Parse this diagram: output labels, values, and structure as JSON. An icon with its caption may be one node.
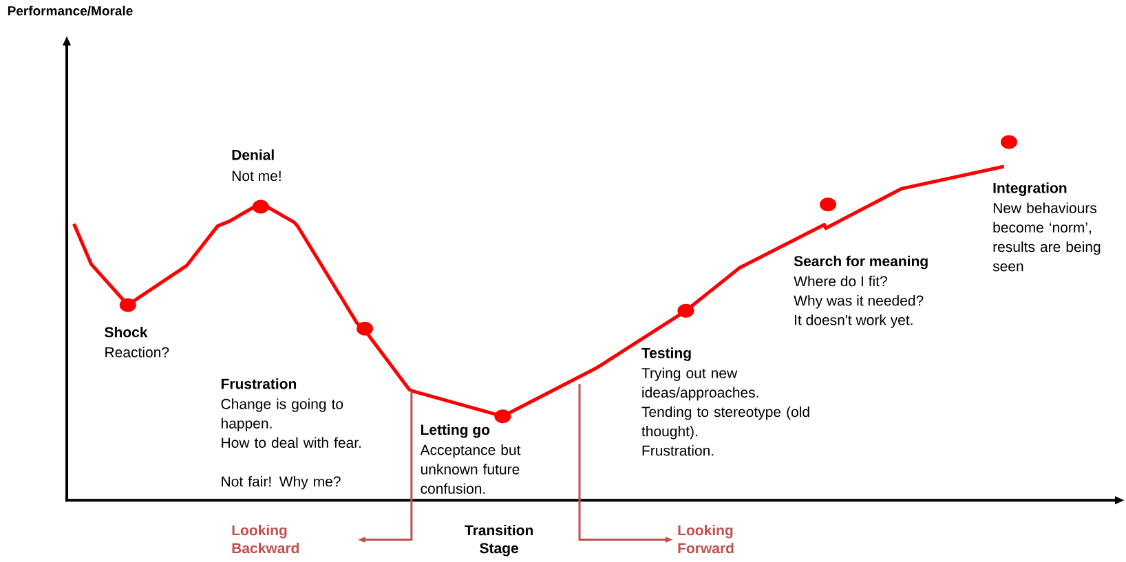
{
  "diagram": {
    "nodes": [
      {
        "text": [
          "Looking Backward"
        ]
      },
      {
        "text": [
          "Looking Forward"
        ]
      }
    ],
    "edges": [
      {
        "from": null,
        "to": 0,
        "arrow": "to"
      },
      {
        "from": null,
        "to": 1,
        "arrow": "to"
      }
    ],
    "labels": [
      "Performance/Morale",
      "Denial",
      "Not me!",
      "Shock",
      "Reaction?",
      "Frustration",
      "Change is going to happen.",
      "How to deal with fear.",
      "Not fair! Why me?",
      "Letting go",
      "Acceptance but unknown future confusion.",
      "Testing",
      "Trying out new ideas/approaches.",
      "Tending to stereotype (old thought).",
      "Frustration.",
      "Search for meaning",
      "Where do I fit?",
      "Why was it needed?",
      "It doesn't work yet.",
      "Integration",
      "New behaviours become ‘norm’, results are being seen",
      "Transition Stage"
    ]
  }
}
